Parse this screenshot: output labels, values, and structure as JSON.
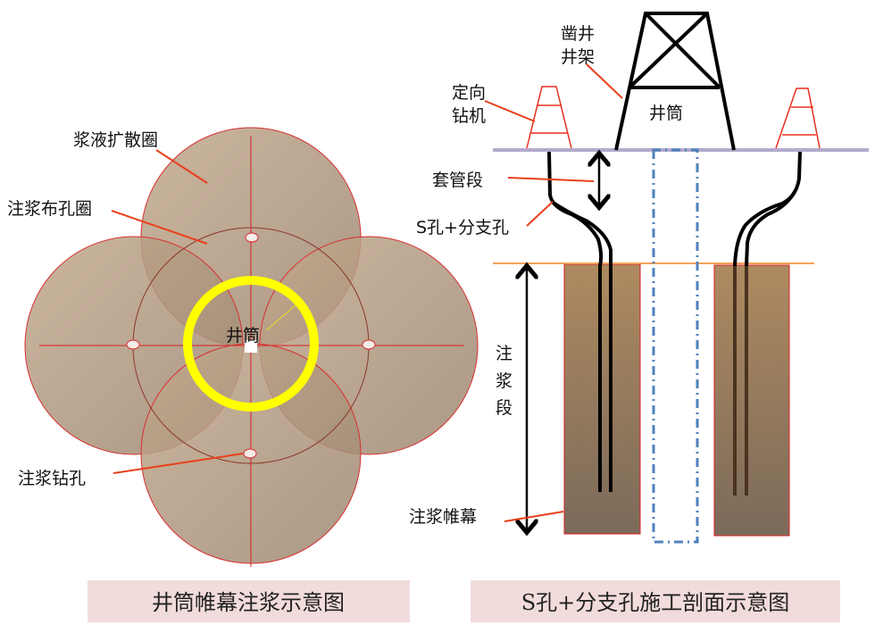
{
  "colors": {
    "spread_fill": "#b59d85",
    "ring_yellow": "#ffff00",
    "red_line": "#e02020",
    "leader": "#e8401c",
    "ground": "#b3aacb",
    "grout_top": "#f5a05a",
    "block_top": "#ae8a60",
    "block_bottom": "#7c6a58",
    "axis_blue": "#4f81bd",
    "caption_bg": "#f2dcdb"
  },
  "left": {
    "labels": {
      "spread_circle": "浆液扩散圈",
      "hole_layout_circle": "注浆布孔圈",
      "shaft": "井筒",
      "grout_hole": "注浆钻孔"
    },
    "caption": "井筒帷幕注浆示意图"
  },
  "right": {
    "labels": {
      "headframe_line1": "凿井",
      "headframe_line2": "井架",
      "drill_line1": "定向",
      "drill_line2": "钻机",
      "shaft": "井筒",
      "casing": "套管段",
      "s_hole": "S孔+分支孔",
      "grout_section_1": "注",
      "grout_section_2": "浆",
      "grout_section_3": "段",
      "curtain": "注浆帷幕"
    },
    "caption": "S孔+分支孔施工剖面示意图"
  }
}
